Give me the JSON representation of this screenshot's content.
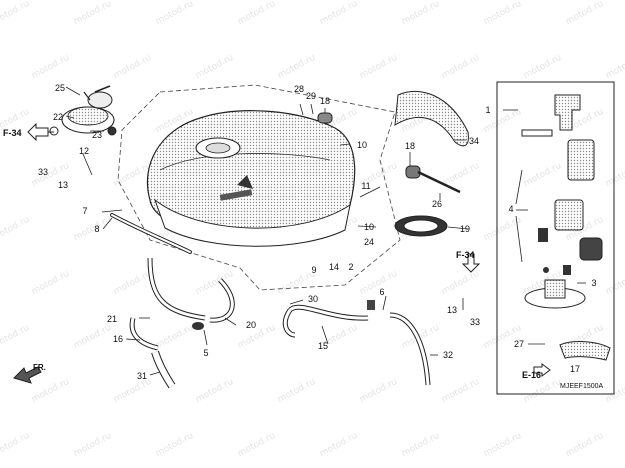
{
  "diagram": {
    "watermark": "motod.ru",
    "drawing_code": "MJEEF1500A",
    "section_refs": {
      "f34_top_left": "F-34",
      "f34_right": "F-34",
      "e16": "E-16",
      "front": "FR."
    },
    "part_numbers": [
      "1",
      "2",
      "3",
      "4",
      "5",
      "6",
      "7",
      "8",
      "9",
      "10",
      "11",
      "12",
      "13",
      "14",
      "15",
      "16",
      "17",
      "18",
      "19",
      "20",
      "21",
      "22",
      "23",
      "24",
      "25",
      "26",
      "27",
      "28",
      "29",
      "30",
      "31",
      "32",
      "33",
      "34"
    ],
    "callouts": {
      "p25": "25",
      "p22": "22",
      "p23": "23",
      "p33a": "33",
      "p13a": "13",
      "p12": "12",
      "p7": "7",
      "p8": "8",
      "p28": "28",
      "p29": "29",
      "p18a": "18",
      "p10a": "10",
      "p34": "34",
      "p18b": "18",
      "p26": "26",
      "p11": "11",
      "p10b": "10",
      "p19": "19",
      "p24": "24",
      "p9": "9",
      "p14": "14",
      "p2": "2",
      "p1": "1",
      "p4": "4",
      "p3": "3",
      "p27": "27",
      "p17": "17",
      "p6": "6",
      "p30": "30",
      "p13b": "13",
      "p33b": "33",
      "p21": "21",
      "p16": "16",
      "p5": "5",
      "p20": "20",
      "p15": "15",
      "p32": "32",
      "p31": "31"
    }
  }
}
